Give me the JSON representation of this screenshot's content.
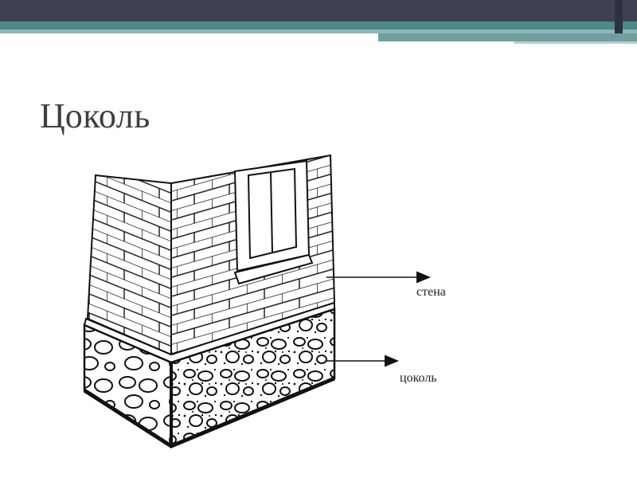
{
  "slide": {
    "title": "Цоколь",
    "colors": {
      "header_dark": "#3f4152",
      "header_teal": "#4e8a8c",
      "header_teal_light": "#8fb5b6",
      "title_text": "#3f3f3f",
      "line": "#111111"
    }
  },
  "diagram": {
    "labels": {
      "wall": "стена",
      "plinth": "цоколь"
    }
  }
}
